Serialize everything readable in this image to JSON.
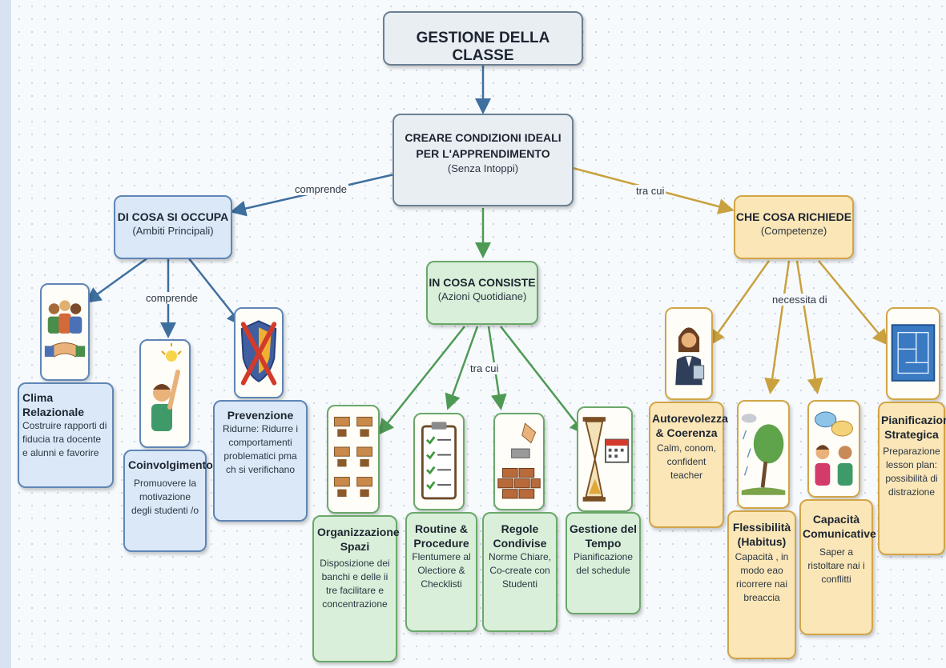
{
  "root": {
    "title": "GESTIONE DELLA CLASSE"
  },
  "center": {
    "title": "CREARE CONDIZIONI IDEALI PER L'APPRENDIMENTO",
    "subtitle": "(Senza Intoppi)"
  },
  "left": {
    "title": "DI COSA SI OCCUPA",
    "subtitle": "(Ambiti Principali)"
  },
  "middle": {
    "title": "IN COSA CONSISTE",
    "subtitle": "(Azioni Quotidiane)"
  },
  "right": {
    "title": "CHE COSA RICHIEDE",
    "subtitle": "(Competenze)"
  },
  "links": {
    "comprende_1": "comprende",
    "tra_cui_1": "tra cui",
    "comprende_2": "comprende",
    "tra_cui_2": "tra cui",
    "necessita_di": "necessita di"
  },
  "ambiti": [
    {
      "title": "Clima Relazionale",
      "text": "Costruire rapporti di fiducia tra docente e alunni e favorire",
      "icon": "handshake-group-icon"
    },
    {
      "title": "Coinvolgimento",
      "text": "Promuovere la motivazione degli studenti /o",
      "icon": "student-raising-hand-icon"
    },
    {
      "title": "Prevenzione",
      "text": "Ridurne: Ridurre i comportamenti problematici pma ch si verifichano",
      "icon": "shield-cross-icon"
    }
  ],
  "azioni": [
    {
      "title": "Organizzazione Spazi",
      "text": "Disposizione dei banchi e delle ii tre facilitare e concentrazione",
      "icon": "desks-icon"
    },
    {
      "title": "Routine & Procedure",
      "text": "Flentumere al Olectiore & Checklisti",
      "icon": "checklist-icon"
    },
    {
      "title": "Regole Condivise",
      "text": "Norme Chiare, Co-create con Studenti",
      "icon": "bricks-icon"
    },
    {
      "title": "Gestione del Tempo",
      "text": "Pianificazione del schedule",
      "icon": "hourglass-calendar-icon"
    }
  ],
  "competenze": [
    {
      "title": "Autorevolezza & Coerenza",
      "text": "Calm, conom, confident teacher",
      "icon": "teacher-icon"
    },
    {
      "title": "Flessibilità (Habitus)",
      "text": "Capacità , in modo eao ricorrere nai breaccia",
      "icon": "tree-in-wind-icon"
    },
    {
      "title": "Capacità Comunicative",
      "text": "Saper a ristoltare nai i conflitti",
      "icon": "conversation-icon"
    },
    {
      "title": "Pianificazione Strategica",
      "text": "Preparazione lesson plan: possibilità di distrazione",
      "icon": "blueprint-icon"
    }
  ],
  "colors": {
    "blue_link": "#3f6f9f",
    "green_link": "#4e9a55",
    "gold_link": "#c9a13f"
  }
}
